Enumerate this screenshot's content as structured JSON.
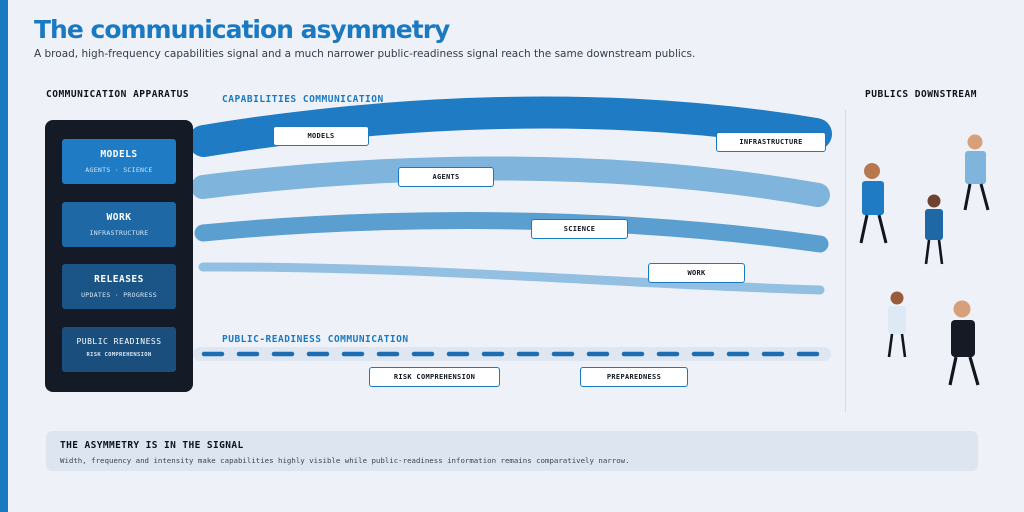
{
  "header": {
    "title": "The communication asymmetry",
    "subtitle": "A broad, high-frequency capabilities signal and a much narrower public-readiness signal reach the same downstream publics."
  },
  "colors": {
    "accent": "#1b79c2",
    "panel": "#141a26",
    "background": "#eef2f8"
  },
  "apparatus": {
    "heading": "COMMUNICATION APPARATUS",
    "boxes": [
      {
        "title": "MODELS",
        "subtitle": "AGENTS · SCIENCE"
      },
      {
        "title": "WORK",
        "subtitle": "INFRASTRUCTURE"
      },
      {
        "title": "RELEASES",
        "subtitle": "UPDATES · PROGRESS"
      },
      {
        "title": "PUBLIC READINESS",
        "subtitle": "RISK COMPREHENSION"
      }
    ]
  },
  "capabilities": {
    "heading": "CAPABILITIES COMMUNICATION",
    "labels": {
      "models": "MODELS",
      "infrastructure": "INFRASTRUCTURE",
      "agents": "AGENTS",
      "science": "SCIENCE",
      "work": "WORK"
    }
  },
  "readiness": {
    "heading": "PUBLIC-READINESS COMMUNICATION",
    "labels": {
      "risk": "RISK COMPREHENSION",
      "preparedness": "PREPAREDNESS"
    }
  },
  "publics": {
    "heading": "PUBLICS DOWNSTREAM"
  },
  "summary": {
    "title": "THE ASYMMETRY IS IN THE SIGNAL",
    "text": "Width, frequency and intensity make capabilities highly visible while public-readiness information remains comparatively narrow."
  }
}
